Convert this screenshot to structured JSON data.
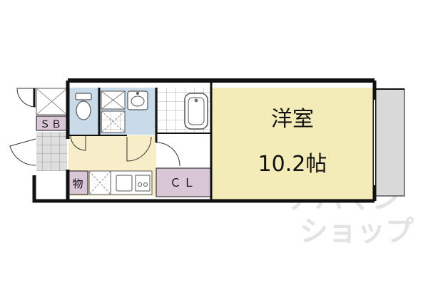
{
  "rooms": {
    "main_room": {
      "name": "洋室",
      "size": "10.2帖"
    },
    "shoebox": "ＳＢ",
    "storage": "物",
    "closet": "ＣＬ"
  },
  "watermark": {
    "line1": "アパマン",
    "line2": "ショップ"
  },
  "colors": {
    "main_room_fill": "#f4ecb8",
    "bath_fill": "#c9dbe9",
    "kitchen_fill": "#f7eec9",
    "storage_fill": "#d9c6d6",
    "balcony_fill": "#d9d9d9",
    "wall": "#111111"
  }
}
